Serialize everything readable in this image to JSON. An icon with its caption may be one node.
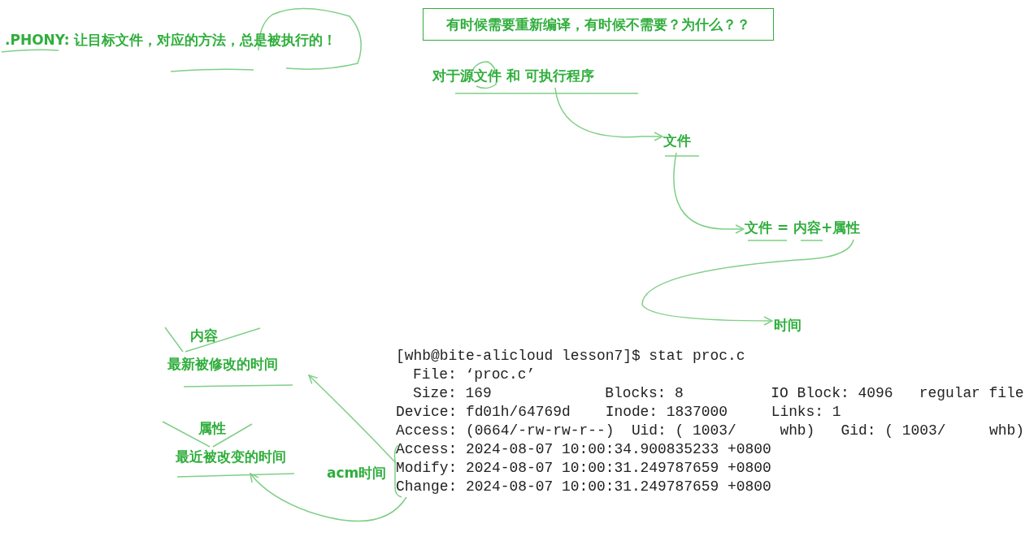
{
  "diagram": {
    "nodes": [
      {
        "text": [
          "有时候需要重新编译，有时候不需要？为什么？？"
        ]
      },
      {
        "text": [
          "对于源文件 和 可执行程序"
        ]
      },
      {
        "text": [
          "文件"
        ]
      },
      {
        "text": [
          "文件 = 内容+属性"
        ]
      },
      {
        "text": [
          "时间"
        ]
      },
      {
        "text": [
          "内容",
          "最新被修改的时间"
        ]
      },
      {
        "text": [
          "属性",
          "最近被改变的时间"
        ]
      },
      {
        "text": [
          "Modify: 2024-08-07 10:00:31.249787659 +0800"
        ]
      },
      {
        "text": [
          "Change: 2024-08-07 10:00:31.249787659 +0800"
        ]
      }
    ],
    "edges": [
      {
        "from": 1,
        "to": 2,
        "arrow": "to"
      },
      {
        "from": 2,
        "to": 3,
        "arrow": "to"
      },
      {
        "from": 3,
        "to": 4,
        "arrow": "to"
      },
      {
        "from": 7,
        "to": 5,
        "arrow": "to"
      },
      {
        "from": 8,
        "to": 6,
        "arrow": "to"
      }
    ],
    "labels": [
      ".PHONY: 让目标文件，对应的方法，总是被执行的！",
      "[whb@bite-alicloud lesson7]$ stat proc.c",
      "File: ‘proc.c’",
      "Size: 169             Blocks: 8          IO Block: 4096   regular file",
      "Device: fd01h/64769d    Inode: 1837000     Links: 1",
      "Access: (0664/-rw-rw-r--)  Uid: ( 1003/     whb)   Gid: ( 1003/     whb)",
      "Access: 2024-08-07 10:00:34.900835233 +0800",
      "acm时间"
    ]
  }
}
